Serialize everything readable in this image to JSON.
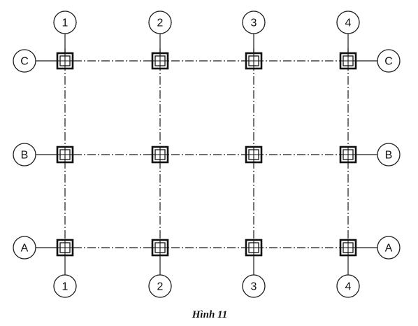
{
  "grid": {
    "columns": [
      {
        "label": "1"
      },
      {
        "label": "2"
      },
      {
        "label": "3"
      },
      {
        "label": "4"
      }
    ],
    "rows": [
      {
        "label": "C"
      },
      {
        "label": "B"
      },
      {
        "label": "A"
      }
    ]
  },
  "caption": "Hình 11"
}
